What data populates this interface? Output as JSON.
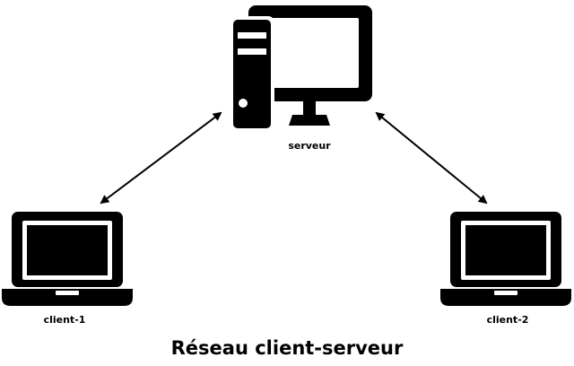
{
  "diagram": {
    "title": "Réseau client-serveur",
    "nodes": {
      "server": {
        "label": "serveur",
        "icon": "desktop-computer-icon"
      },
      "client1": {
        "label": "client-1",
        "icon": "laptop-icon"
      },
      "client2": {
        "label": "client-2",
        "icon": "laptop-icon"
      }
    },
    "connections": [
      {
        "from": "client-1",
        "to": "serveur",
        "style": "double-arrow"
      },
      {
        "from": "client-2",
        "to": "serveur",
        "style": "double-arrow"
      }
    ],
    "colors": {
      "foreground": "#000000",
      "background": "#ffffff"
    }
  }
}
